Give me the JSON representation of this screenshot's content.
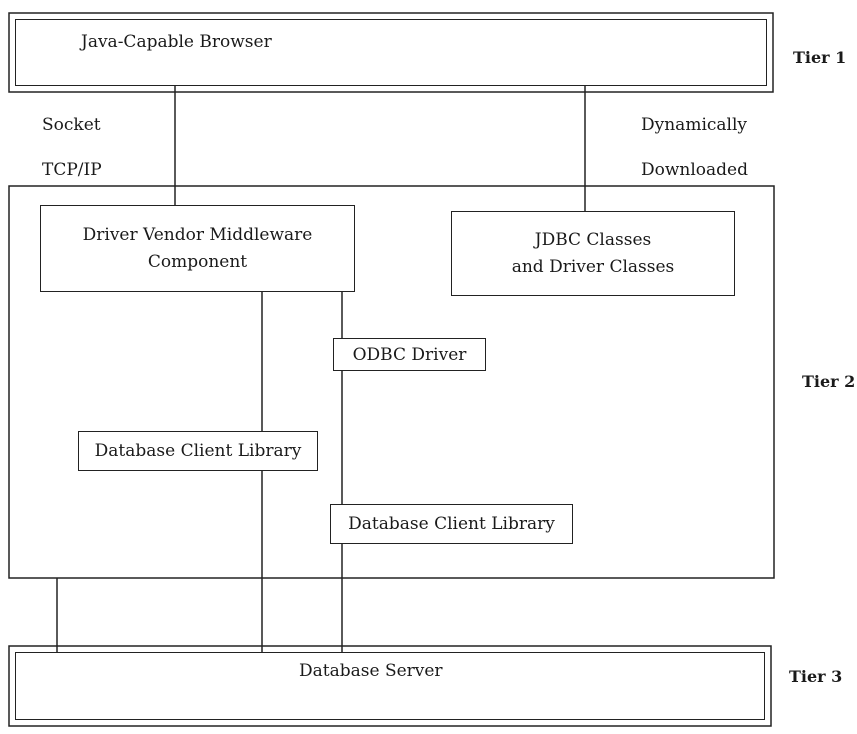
{
  "tiers": {
    "tier1": "Tier 1",
    "tier2": "Tier 2",
    "tier3": "Tier 3"
  },
  "browser": {
    "label": "Java-Capable Browser"
  },
  "connection": {
    "socket": "Socket",
    "tcpip": "TCP/IP",
    "dynamically": "Dynamically",
    "downloaded": "Downloaded"
  },
  "middleware": {
    "line1": "Driver Vendor Middleware",
    "line2": "Component"
  },
  "jdbc": {
    "line1": "JDBC Classes",
    "line2": "and Driver Classes"
  },
  "odbc": {
    "label": "ODBC Driver"
  },
  "client_lib_left": {
    "label": "Database Client Library"
  },
  "client_lib_right": {
    "label": "Database Client Library"
  },
  "server": {
    "label": "Database Server"
  }
}
